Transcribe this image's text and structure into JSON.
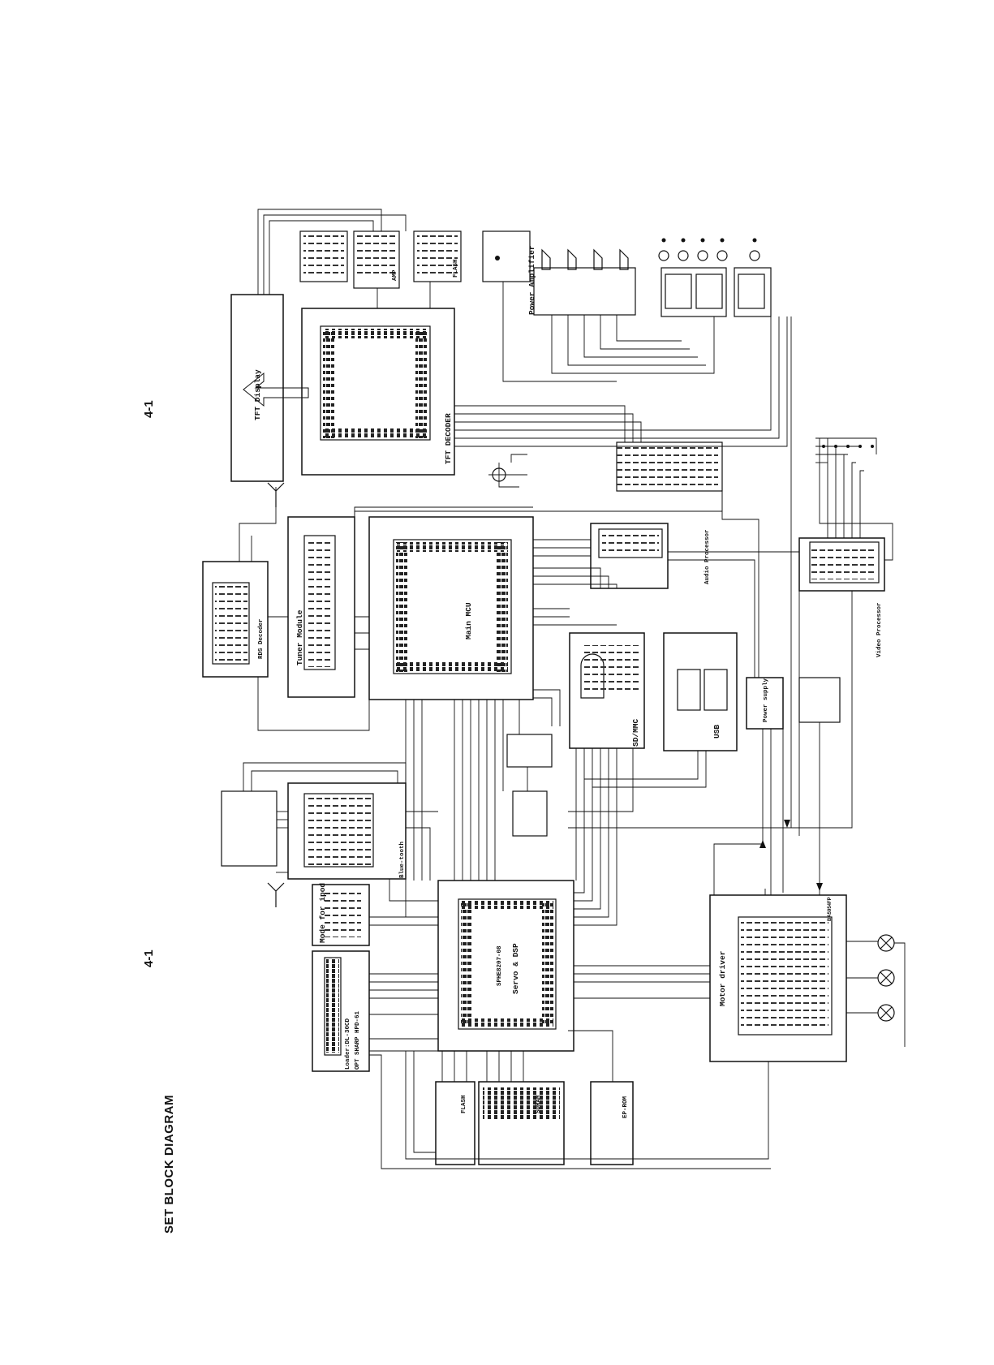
{
  "page": {
    "heading": "SET BLOCK DIAGRAM",
    "page_number_top": "4-1",
    "page_number_bottom": "4-1"
  },
  "blocks": {
    "tft_display": "TFT Display",
    "tft_decoder": "TFT DECODER",
    "amp": "AMP",
    "flash_top": "FLASH",
    "power_amplifier": "Power Amplifier",
    "tuner_module": "Tuner Module",
    "rds_decoder": "RDS Decoder",
    "main_mcu": "Main MCU",
    "audio_processor": "Audio Processor",
    "video_processor": "Video Processor",
    "sd_mmc": "SD/MMC",
    "usb": "USB",
    "power_supply": "Power supply",
    "blue_tooth": "Blue-tooth",
    "mode_for_ipod": "Mode for ipod",
    "servo_dsp": "Servo & DSP",
    "servo_dsp_chip": "SPHE8207-08",
    "loader_line1": "Loader:DL-30CD",
    "loader_line2": "OPT SHARP HPD-61",
    "flash_bottom": "FLASH",
    "sdram": "SDRAM",
    "ep_rom": "EP-ROM",
    "motor_driver": "Motor driver",
    "motor_driver_chip": "BA5954FP"
  },
  "colors": {
    "ink": "#111111",
    "paper": "#ffffff"
  }
}
